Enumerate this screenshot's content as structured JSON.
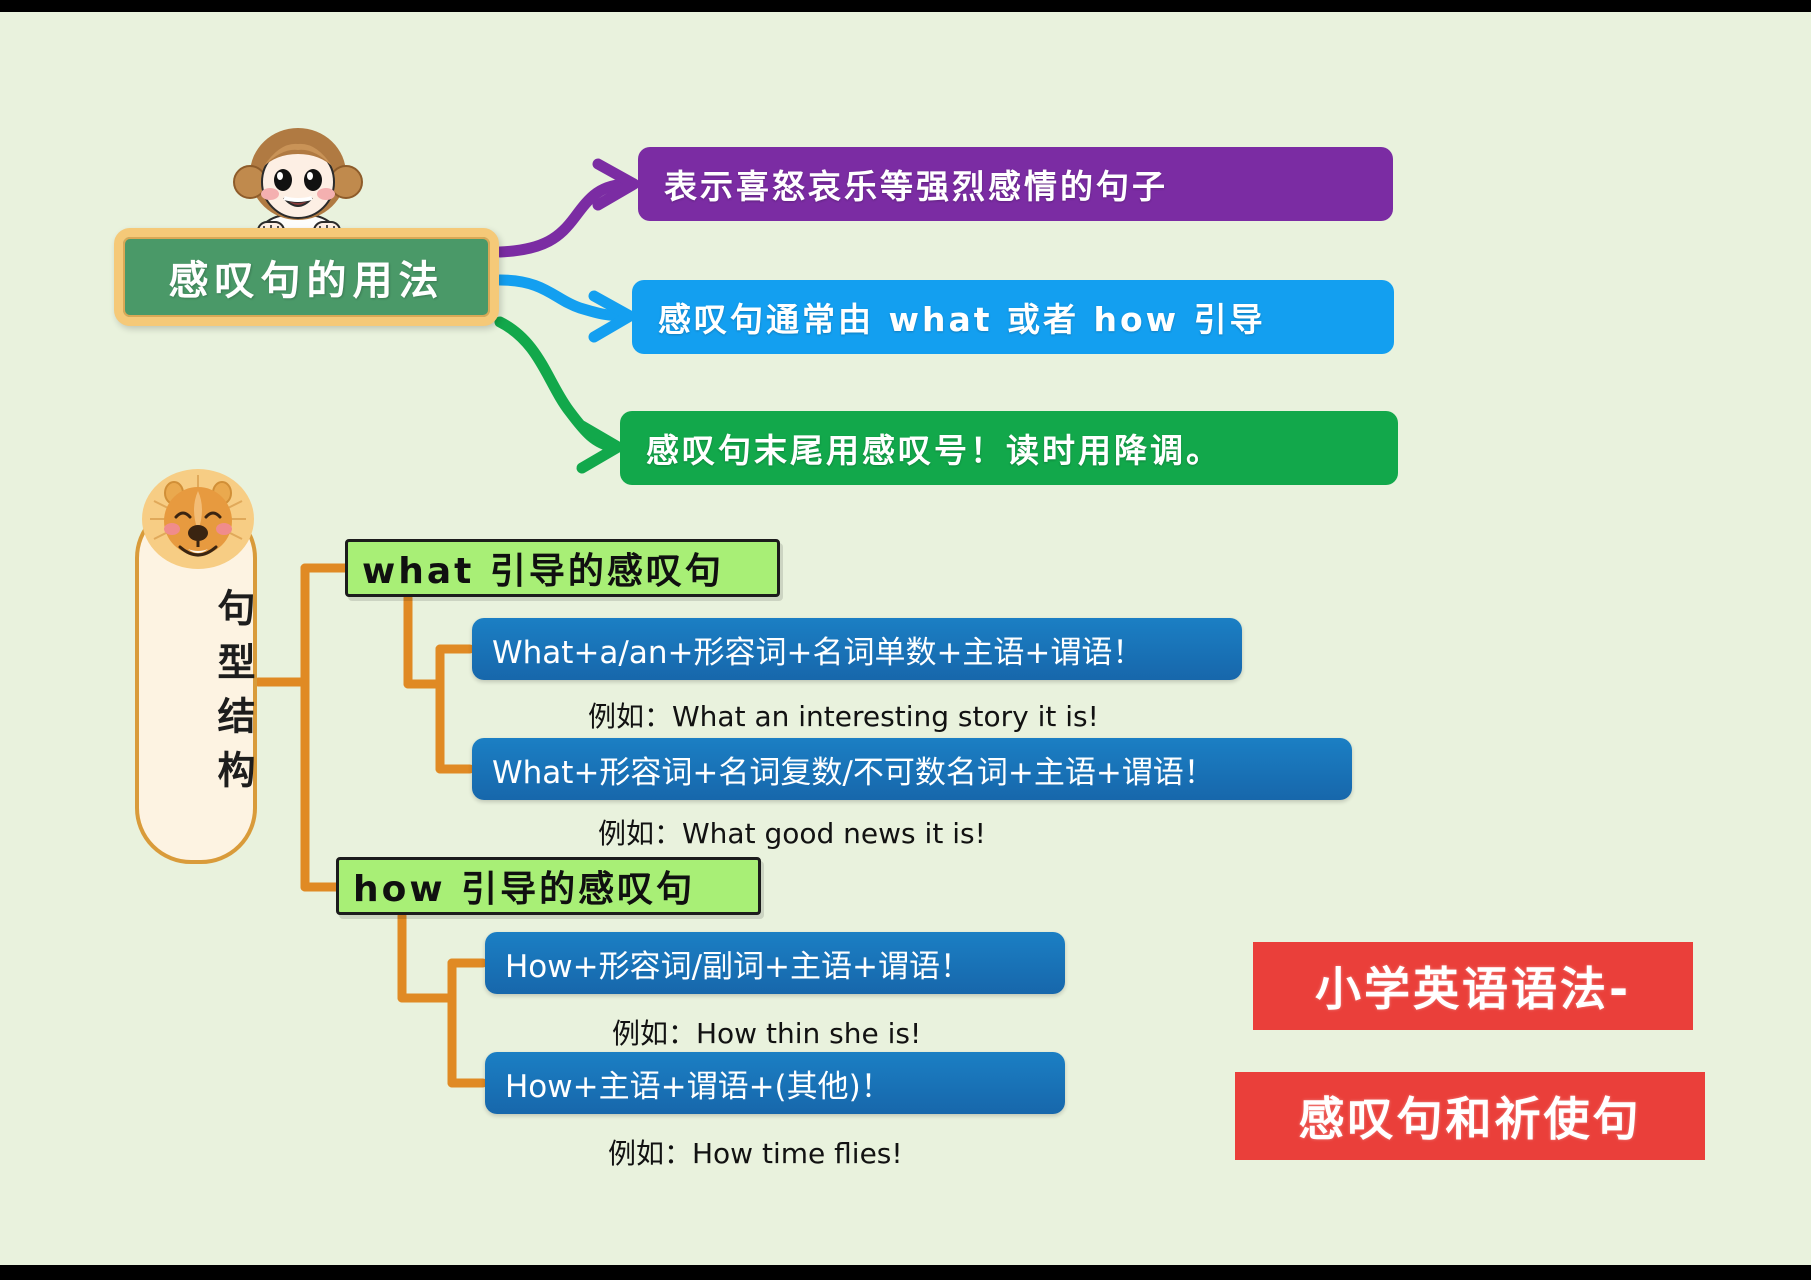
{
  "poster": {
    "background_color": "#e9f2dd",
    "title_blocks": [
      {
        "text": "小学英语语法-",
        "color": "#ea3f3a"
      },
      {
        "text": "感叹句和祈使句",
        "color": "#ea3f3a"
      }
    ]
  },
  "section_usage": {
    "board_title": "感叹句的用法",
    "board_color": "#4a9968",
    "board_frame_color": "#f5c978",
    "points": [
      {
        "text": "表示喜怒哀乐等强烈感情的句子",
        "color": "#7b2ca3",
        "connector_color": "#7b2ca3"
      },
      {
        "text": "感叹句通常由 what 或者 how 引导",
        "color": "#139ff0",
        "connector_color": "#139ff0"
      },
      {
        "text": "感叹句末尾用感叹号！读时用降调。",
        "color": "#12a84b",
        "connector_color": "#12a84b"
      }
    ]
  },
  "section_structure": {
    "scroll_title": "句型结构",
    "scroll_color": "#fdf3e2",
    "scroll_border_color": "#d99b3a",
    "connector_color": "#e08a24",
    "branches": [
      {
        "heading": "what 引导的感叹句",
        "heading_color": "#a8ef76",
        "rules": [
          {
            "formula": "What+a/an+形容词+名词单数+主语+谓语！",
            "example": "例如：What an interesting story it is!",
            "color": "#1b7fc4"
          },
          {
            "formula": "What+形容词+名词复数/不可数名词+主语+谓语！",
            "example": "例如：What good news it is!",
            "color": "#1b7fc4"
          }
        ]
      },
      {
        "heading": "how 引导的感叹句",
        "heading_color": "#a8ef76",
        "rules": [
          {
            "formula": "How+形容词/副词+主语+谓语！",
            "example": "例如：How thin she is!",
            "color": "#1b7fc4"
          },
          {
            "formula": "How+主语+谓语+(其他)！",
            "example": "例如：How time flies!",
            "color": "#1b7fc4"
          }
        ]
      }
    ]
  }
}
